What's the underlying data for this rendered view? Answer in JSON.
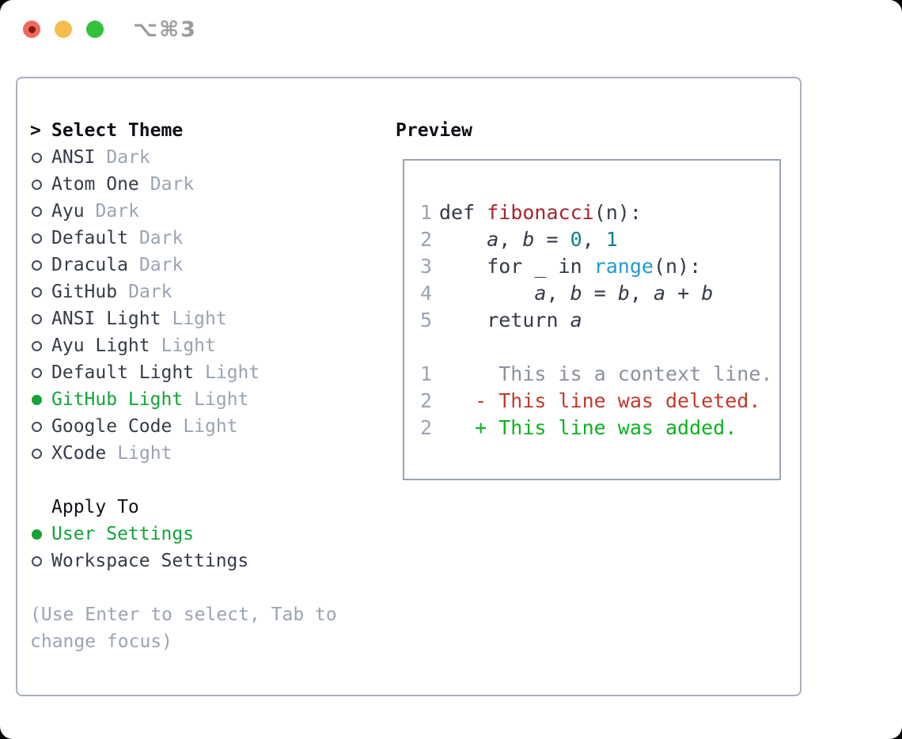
{
  "window": {
    "shortcut": "⌥⌘3"
  },
  "colors": {
    "selection_green": "#12a438",
    "added_green": "#0db31f",
    "deleted_red": "#c23a2b",
    "function_red": "#a6242c",
    "number_teal": "#0f7f8d",
    "builtin_blue": "#219ad2",
    "muted_gray": "#9aa4b2",
    "text_dark": "#353c48",
    "traffic_red": "#f0685e",
    "traffic_yellow": "#f6bd4e",
    "traffic_green": "#33c13c"
  },
  "theme_panel": {
    "prompt": ">",
    "header": "Select Theme",
    "items": [
      {
        "name": "ANSI",
        "variant": "Dark",
        "selected": false
      },
      {
        "name": "Atom One",
        "variant": "Dark",
        "selected": false
      },
      {
        "name": "Ayu",
        "variant": "Dark",
        "selected": false
      },
      {
        "name": "Default",
        "variant": "Dark",
        "selected": false
      },
      {
        "name": "Dracula",
        "variant": "Dark",
        "selected": false
      },
      {
        "name": "GitHub",
        "variant": "Dark",
        "selected": false
      },
      {
        "name": "ANSI Light",
        "variant": "Light",
        "selected": false
      },
      {
        "name": "Ayu Light",
        "variant": "Light",
        "selected": false
      },
      {
        "name": "Default Light",
        "variant": "Light",
        "selected": false
      },
      {
        "name": "GitHub Light",
        "variant": "Light",
        "selected": true
      },
      {
        "name": "Google Code",
        "variant": "Light",
        "selected": false
      },
      {
        "name": "XCode",
        "variant": "Light",
        "selected": false
      }
    ],
    "apply_header": "Apply To",
    "apply_options": [
      {
        "label": "User Settings",
        "selected": true
      },
      {
        "label": "Workspace Settings",
        "selected": false
      }
    ],
    "hint_line1": "(Use Enter to select, Tab to",
    "hint_line2": "change focus)"
  },
  "preview": {
    "header": "Preview",
    "lines": [
      {
        "ln": "1",
        "tokens": [
          {
            "t": "def ",
            "c": "plain"
          },
          {
            "t": "fibonacci",
            "c": "func"
          },
          {
            "t": "(n):",
            "c": "plain"
          }
        ]
      },
      {
        "ln": "2",
        "tokens": [
          {
            "t": "    ",
            "c": "plain"
          },
          {
            "t": "a",
            "c": "var"
          },
          {
            "t": ", ",
            "c": "plain"
          },
          {
            "t": "b",
            "c": "var"
          },
          {
            "t": " = ",
            "c": "plain"
          },
          {
            "t": "0",
            "c": "num"
          },
          {
            "t": ", ",
            "c": "plain"
          },
          {
            "t": "1",
            "c": "num"
          }
        ]
      },
      {
        "ln": "3",
        "tokens": [
          {
            "t": "    for _ in ",
            "c": "plain"
          },
          {
            "t": "range",
            "c": "builtin"
          },
          {
            "t": "(n):",
            "c": "plain"
          }
        ]
      },
      {
        "ln": "4",
        "tokens": [
          {
            "t": "        ",
            "c": "plain"
          },
          {
            "t": "a",
            "c": "var"
          },
          {
            "t": ", ",
            "c": "plain"
          },
          {
            "t": "b",
            "c": "var"
          },
          {
            "t": " = ",
            "c": "plain"
          },
          {
            "t": "b",
            "c": "var"
          },
          {
            "t": ", ",
            "c": "plain"
          },
          {
            "t": "a",
            "c": "var"
          },
          {
            "t": " + ",
            "c": "plain"
          },
          {
            "t": "b",
            "c": "var"
          }
        ]
      },
      {
        "ln": "5",
        "tokens": [
          {
            "t": "    return ",
            "c": "plain"
          },
          {
            "t": "a",
            "c": "var"
          }
        ]
      },
      {
        "ln": "",
        "tokens": []
      },
      {
        "ln": "1",
        "tokens": [
          {
            "t": "     This is a context line.",
            "c": "context"
          }
        ]
      },
      {
        "ln": "2",
        "tokens": [
          {
            "t": "   - This line was deleted.",
            "c": "deleted"
          }
        ]
      },
      {
        "ln": "2",
        "tokens": [
          {
            "t": "   + This line was added.",
            "c": "added"
          }
        ]
      }
    ]
  }
}
